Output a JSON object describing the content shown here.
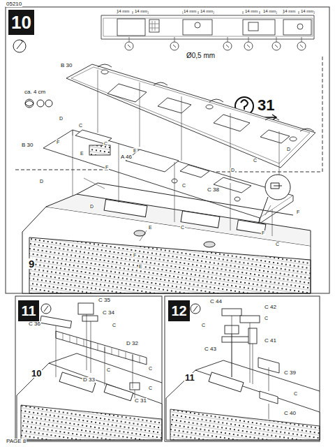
{
  "diagram": {
    "nodes": [
      {
        "text": [
          "10"
        ]
      },
      {
        "text": [
          "11"
        ]
      },
      {
        "text": [
          "12"
        ]
      }
    ],
    "labels": [
      "05210",
      "14 mm",
      "14 mm",
      "14 mm",
      "14 mm",
      "14 mm",
      "14 mm",
      "14 mm",
      "14 mm",
      "Ø0,5 mm",
      "B 30",
      "ca. 4 cm",
      "31",
      "B 30",
      "A 46",
      "C 38",
      "9",
      "D",
      "F",
      "C",
      "E",
      "F",
      "E",
      "D",
      "D",
      "E",
      "F",
      "E",
      "C",
      "D",
      "C",
      "F",
      "C",
      "F",
      "C",
      "D",
      "C",
      "C 36",
      "C 35",
      "C 34",
      "C",
      "D 32",
      "C",
      "10",
      "D 33",
      "C",
      "C 31",
      "C",
      "C 44",
      "C 42",
      "C",
      "C",
      "C 43",
      "C 41",
      "11",
      "C 39",
      "C",
      "C 40",
      "PAGE 8"
    ]
  }
}
